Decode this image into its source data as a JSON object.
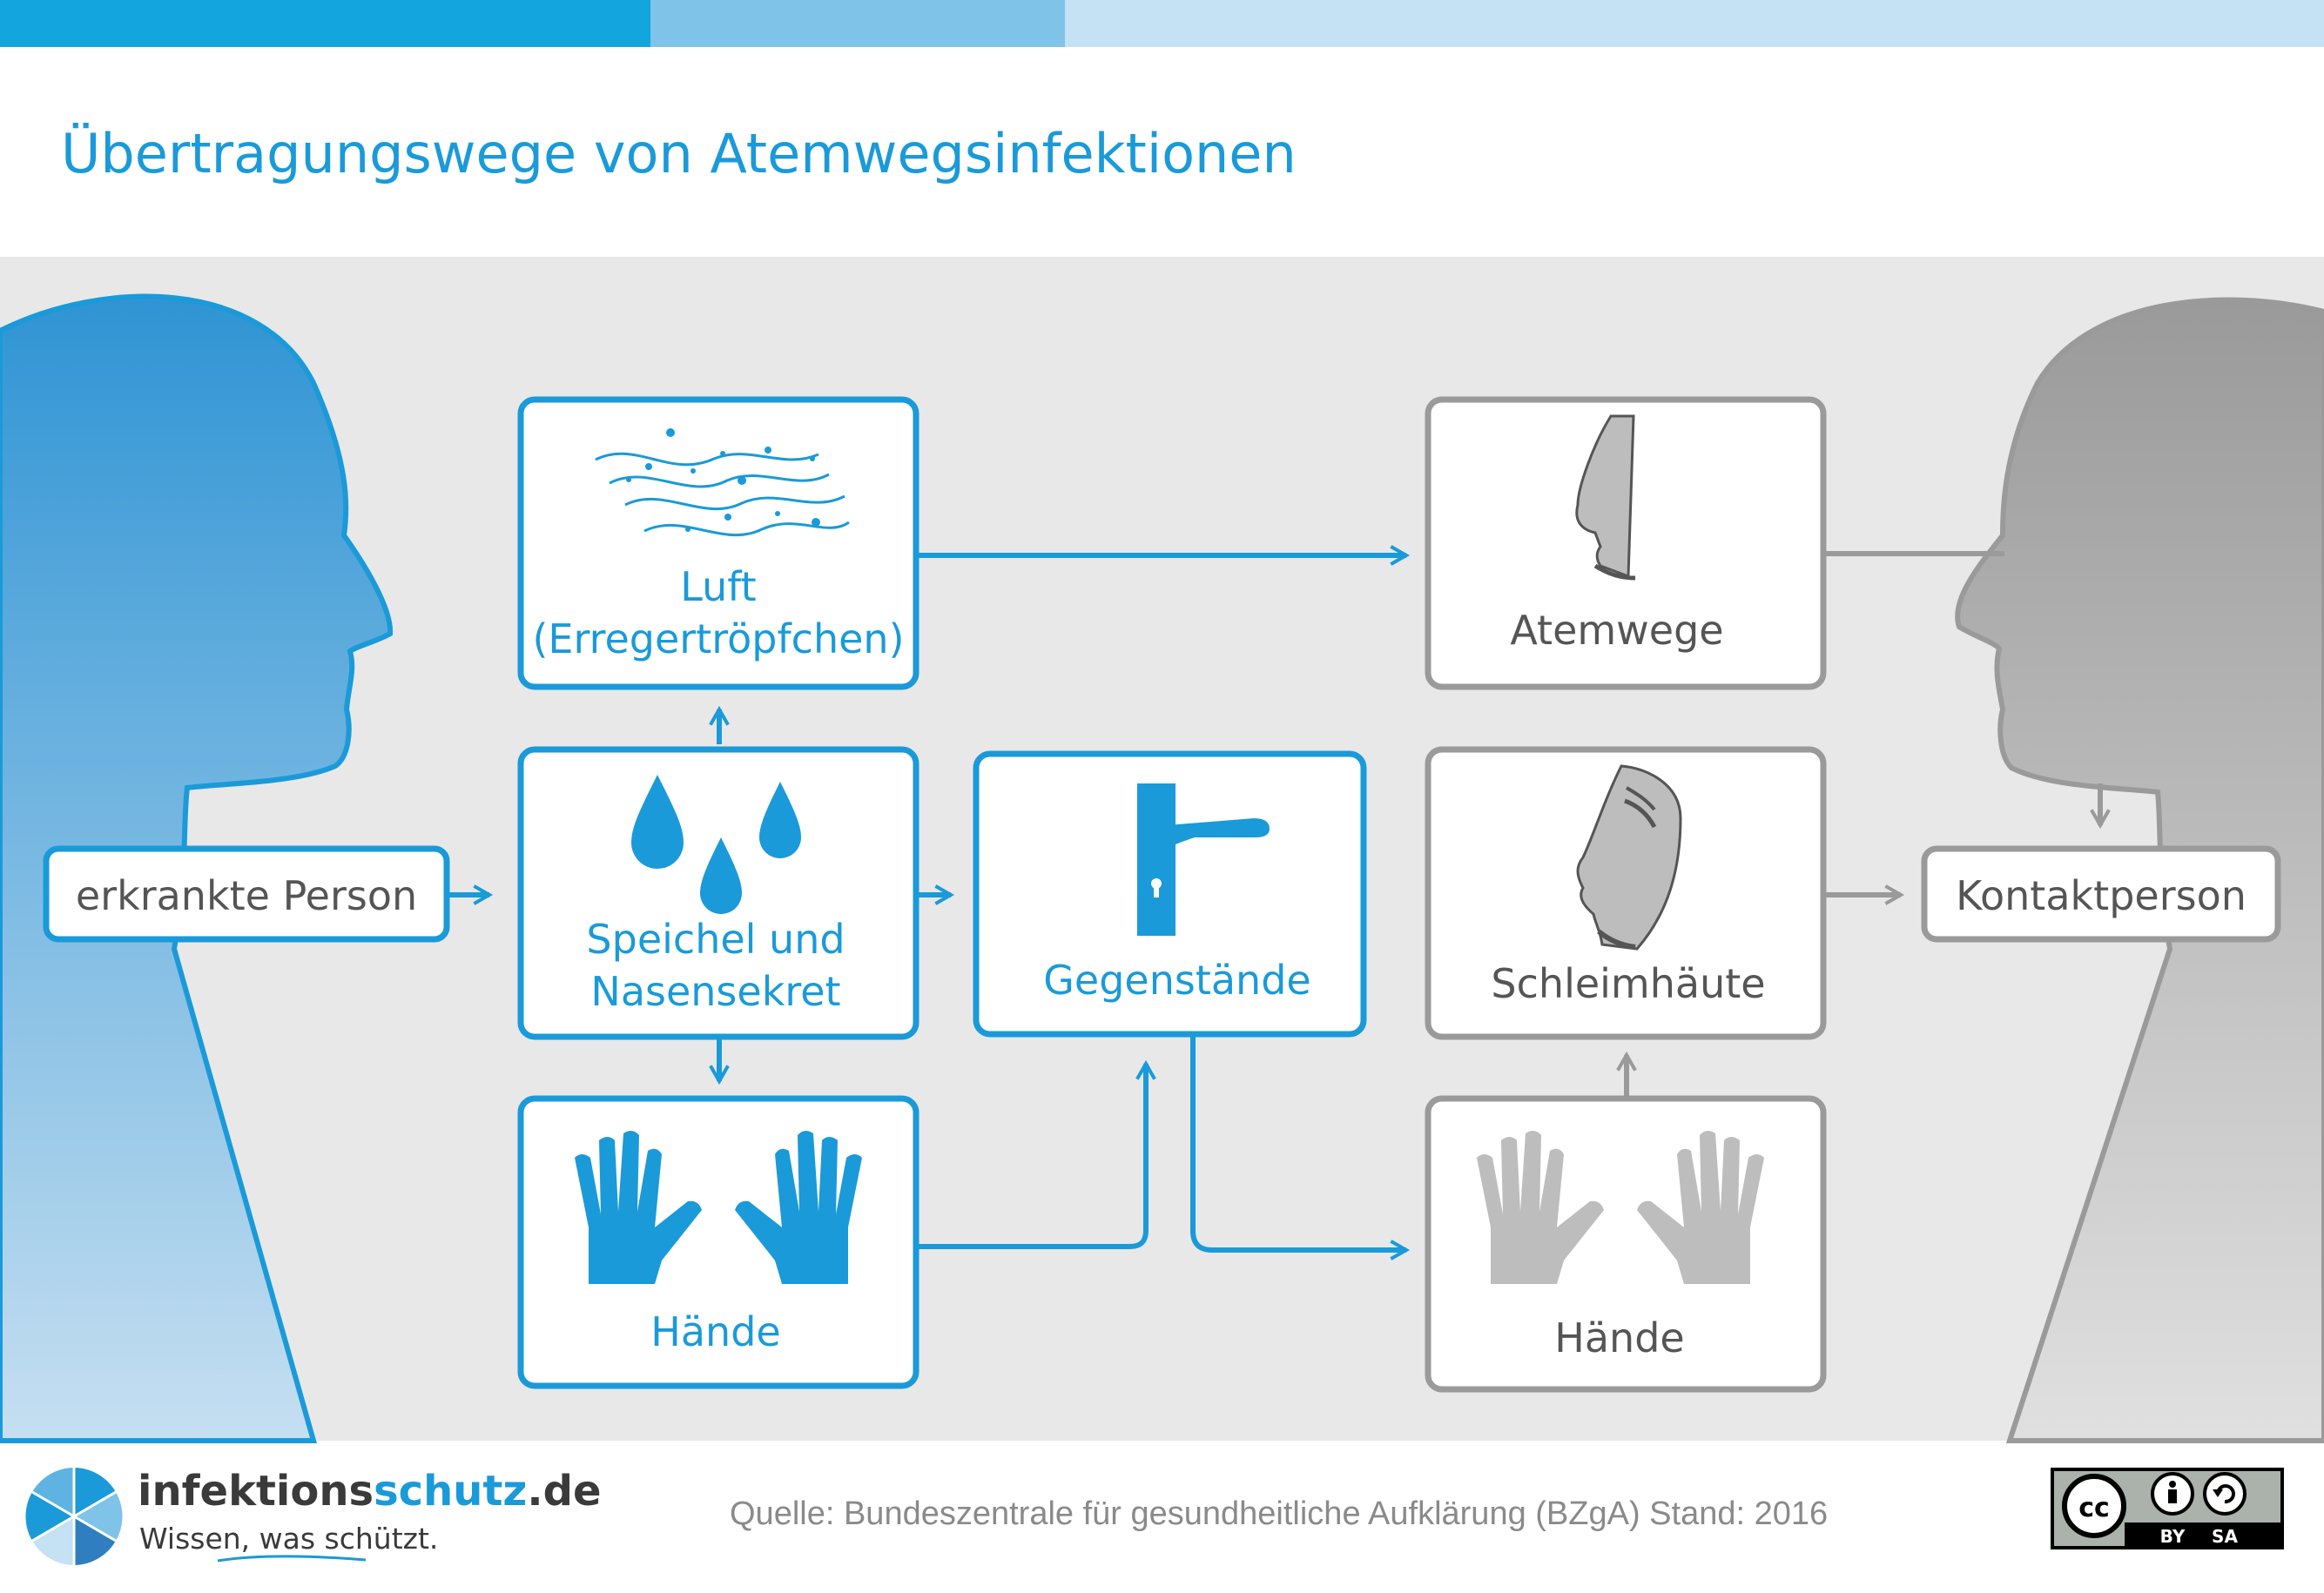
{
  "header": {
    "title": "Übertragungswege von Atemwegsinfektionen",
    "bar_colors": [
      "#12a5de",
      "#80c3e9",
      "#c5e1f4"
    ]
  },
  "diagram": {
    "source_person": "erkrankte Person",
    "target_person": "Kontaktperson",
    "boxes": {
      "air_line1": "Luft",
      "air_line2": "(Erregertröpfchen)",
      "saliva_line1": "Speichel und",
      "saliva_line2": "Nasensekret",
      "hands_source": "Hände",
      "objects": "Gegenstände",
      "airways": "Atemwege",
      "mucosa": "Schleimhäute",
      "hands_target": "Hände"
    },
    "icons": {
      "air": "air-droplets-icon",
      "drops": "water-drops-icon",
      "hands_blue": "hands-icon",
      "door": "door-handle-icon",
      "nose": "nose-icon",
      "face": "face-profile-icon",
      "hands_gray": "hands-icon"
    },
    "colors": {
      "infected": "#1a9ad9",
      "contact": "#9a9a9a",
      "background": "#e8e8e8"
    }
  },
  "footer": {
    "logo_part1": "infektions",
    "logo_part2": "schutz",
    "logo_part3": ".de",
    "tagline": "Wissen, was schützt.",
    "source": "Quelle: Bundeszentrale für gesundheitliche Aufklärung (BZgA) Stand: 2016",
    "license_cc": "cc",
    "license_by": "BY",
    "license_sa": "SA"
  }
}
